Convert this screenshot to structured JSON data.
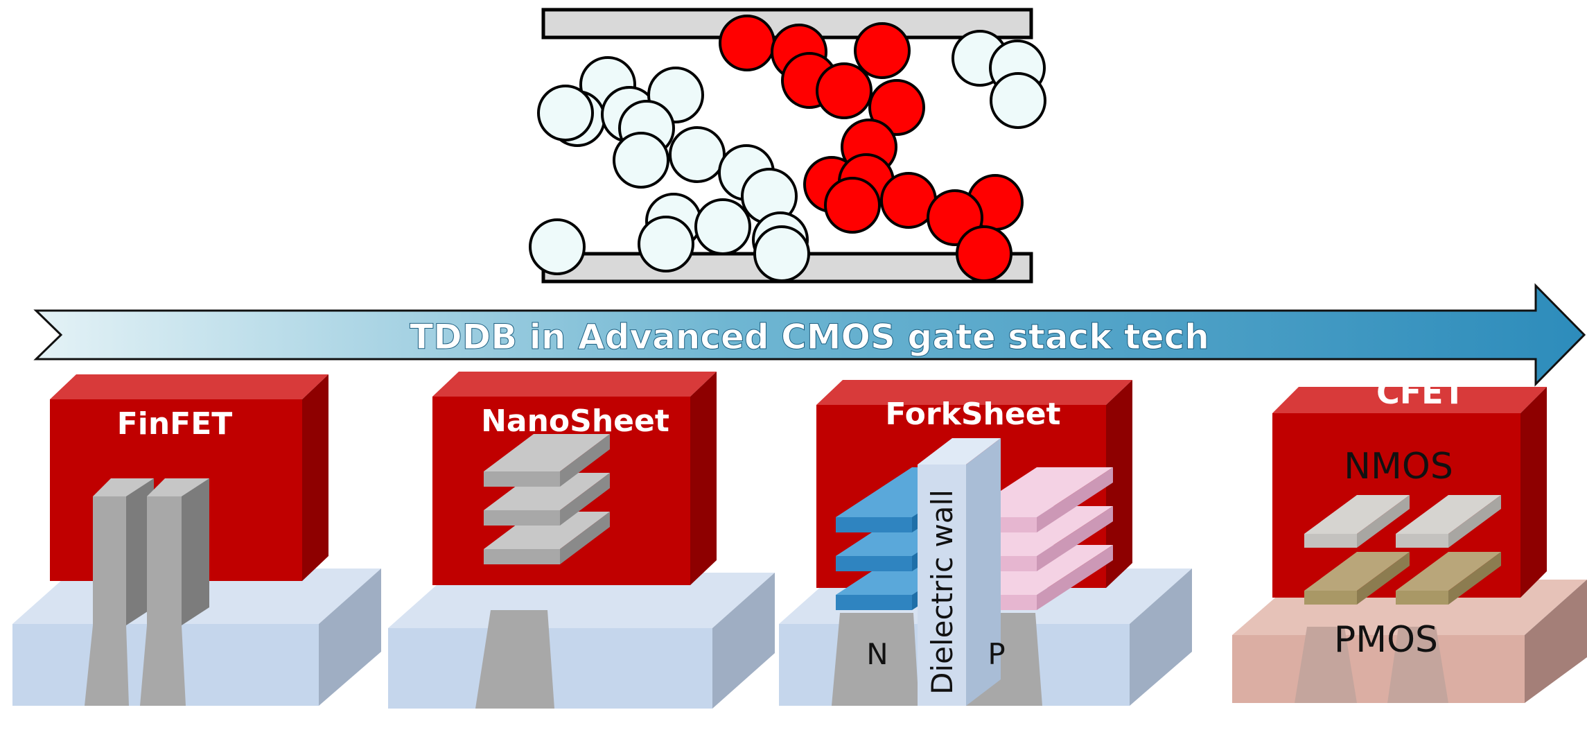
{
  "banner": {
    "text": "TDDB in Advanced CMOS gate stack tech"
  },
  "devices": [
    {
      "title": "FinFET"
    },
    {
      "title": "NanoSheet"
    },
    {
      "title": "ForkSheet",
      "wall_label": "Dielectric wall",
      "n_label": "N",
      "p_label": "P"
    },
    {
      "title": "CFET",
      "top_label": "NMOS",
      "bottom_label": "PMOS"
    }
  ],
  "colors": {
    "gate_red": "#c00000",
    "substrate_blue": "#c5d6ec",
    "fin_gray": "#a8a8a8",
    "defect_red": "#ff0000",
    "defect_light": "#eefafa",
    "arrow_blue": "#3f98c2",
    "nfet_blue": "#3c8fc8",
    "pfet_pink": "#e8b8d4"
  }
}
